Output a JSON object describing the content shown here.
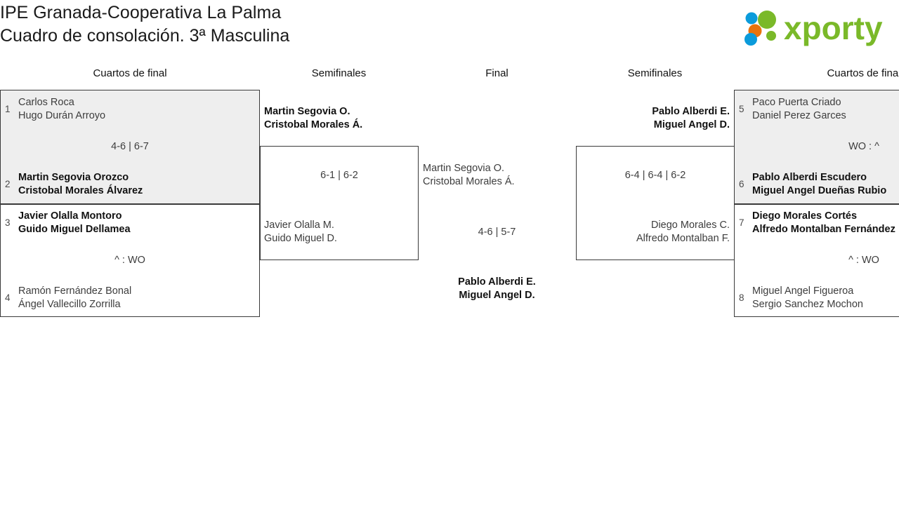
{
  "header": {
    "title_line1": "IPE Granada-Cooperativa La Palma",
    "title_line2": "Cuadro de consolación. 3ª Masculina",
    "logo_text": "xporty",
    "logo_colors": {
      "green": "#7ab929",
      "blue": "#0b9bdb",
      "orange": "#e8730c"
    }
  },
  "rounds": {
    "qf_left": "Cuartos de final",
    "sf_left": "Semifinales",
    "final": "Final",
    "sf_right": "Semifinales",
    "qf_right": "Cuartos de final"
  },
  "bracket": {
    "quarterfinals_left": [
      {
        "shaded": true,
        "score": "4-6 | 6-7",
        "top": {
          "seed": "1",
          "player1": "Carlos Roca",
          "player2": "Hugo Durán Arroyo",
          "winner": false
        },
        "bottom": {
          "seed": "2",
          "player1": "Martin Segovia Orozco",
          "player2": "Cristobal Morales Álvarez",
          "winner": true
        }
      },
      {
        "shaded": false,
        "score": "^ : WO",
        "top": {
          "seed": "3",
          "player1": "Javier Olalla Montoro",
          "player2": "Guido Miguel Dellamea",
          "winner": true
        },
        "bottom": {
          "seed": "4",
          "player1": "Ramón Fernández Bonal",
          "player2": "Ángel Vallecillo Zorrilla",
          "winner": false
        }
      }
    ],
    "quarterfinals_right": [
      {
        "shaded": true,
        "score": "WO : ^",
        "top": {
          "seed": "5",
          "player1": "Paco Puerta Criado",
          "player2": "Daniel Perez Garces",
          "winner": false
        },
        "bottom": {
          "seed": "6",
          "player1": "Pablo Alberdi Escudero",
          "player2": "Miguel Angel Dueñas Rubio",
          "winner": true
        }
      },
      {
        "shaded": false,
        "score": "^ : WO",
        "top": {
          "seed": "7",
          "player1": "Diego Morales Cortés",
          "player2": "Alfredo Montalban Fernández",
          "winner": true
        },
        "bottom": {
          "seed": "8",
          "player1": "Miguel Angel Figueroa",
          "player2": "Sergio Sanchez Mochon",
          "winner": false
        }
      }
    ],
    "semifinal_left": {
      "score": "6-1 | 6-2",
      "top": {
        "player1": "Martin Segovia O.",
        "player2": "Cristobal Morales Á.",
        "winner": true
      },
      "bottom": {
        "player1": "Javier Olalla M.",
        "player2": "Guido Miguel D.",
        "winner": false
      }
    },
    "semifinal_right": {
      "score": "6-4 | 6-4 | 6-2",
      "top": {
        "player1": "Pablo Alberdi E.",
        "player2": "Miguel Angel D.",
        "winner": true
      },
      "bottom": {
        "player1": "Diego Morales C.",
        "player2": "Alfredo Montalban F.",
        "winner": false
      }
    },
    "final": {
      "score": "4-6 | 5-7",
      "left": {
        "player1": "Martin Segovia O.",
        "player2": "Cristobal Morales Á.",
        "winner": false
      },
      "champion": {
        "player1": "Pablo Alberdi E.",
        "player2": "Miguel Angel D.",
        "winner": true
      }
    }
  }
}
